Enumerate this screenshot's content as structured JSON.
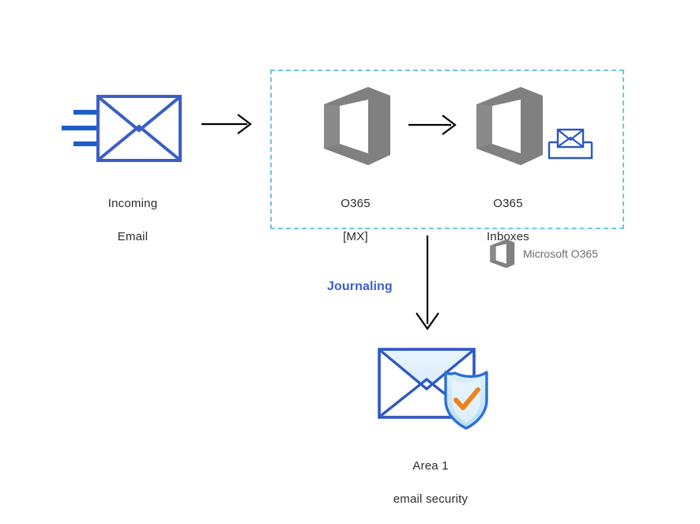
{
  "diagram": {
    "title": "O365 journaling to Area 1 email security flow",
    "background": "#ffffff",
    "colors": {
      "envelope_blue": "#3b5fc5",
      "office_gray": "#808080",
      "dashed_teal": "#6ec6dd",
      "arrow_black": "#000000",
      "text_dark": "#2b2b2b",
      "legend_gray": "#6e6e6e",
      "shield_blue": "#2a6fd6",
      "shield_fill": "#cfe6fa",
      "check_orange": "#f0821e",
      "envelope_fill_light": "#d6eaf9"
    }
  },
  "nodes": {
    "incoming_email": {
      "icon": "envelope-with-motion-lines-icon",
      "label_line1": "Incoming",
      "label_line2": "Email"
    },
    "o365_mx": {
      "icon": "microsoft-office-cube-icon",
      "label_line1": "O365",
      "label_line2": "[MX]"
    },
    "o365_inboxes": {
      "icon": "microsoft-office-cube-icon",
      "secondary_icon": "inbox-tray-envelope-icon",
      "label_line1": "O365",
      "label_line2": "Inboxes"
    },
    "area1": {
      "icon": "envelope-shield-check-icon",
      "label_line1": "Area 1",
      "label_line2": "email security"
    }
  },
  "edges": {
    "incoming_to_mx": {
      "label": "",
      "direction": "right"
    },
    "mx_to_inboxes": {
      "label": "",
      "direction": "right"
    },
    "inboxes_to_area1": {
      "label": "Journaling",
      "direction": "down"
    }
  },
  "legend": {
    "icon": "microsoft-office-cube-icon",
    "label": "Microsoft O365"
  }
}
